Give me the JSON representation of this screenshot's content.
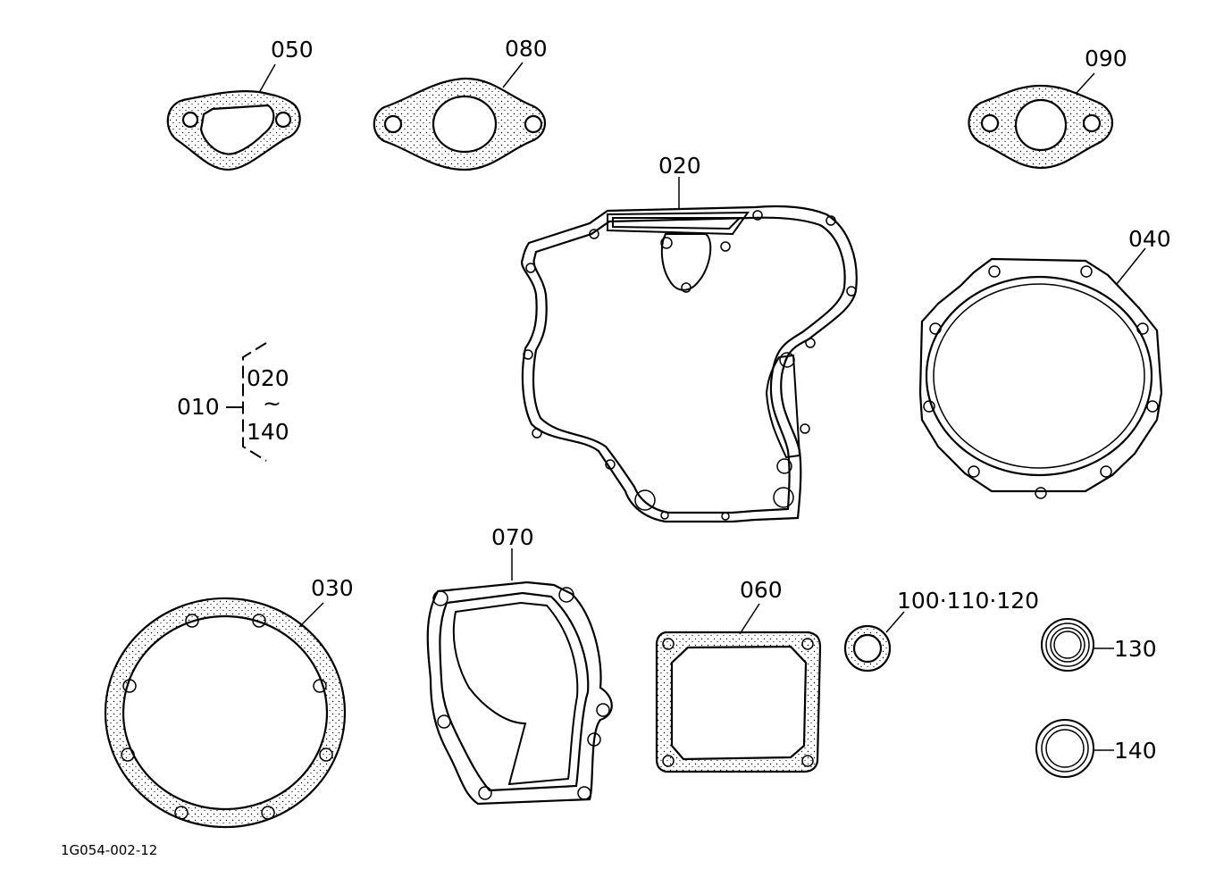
{
  "drawing_code": "1G054-002-12",
  "kit": {
    "label": "010",
    "range_start": "020",
    "range_sep": "~",
    "range_end": "140"
  },
  "parts": {
    "p020": "020",
    "p030": "030",
    "p040": "040",
    "p050": "050",
    "p060": "060",
    "p070": "070",
    "p080": "080",
    "p090": "090",
    "p100": "100·110·120",
    "p130": "130",
    "p140": "140"
  }
}
